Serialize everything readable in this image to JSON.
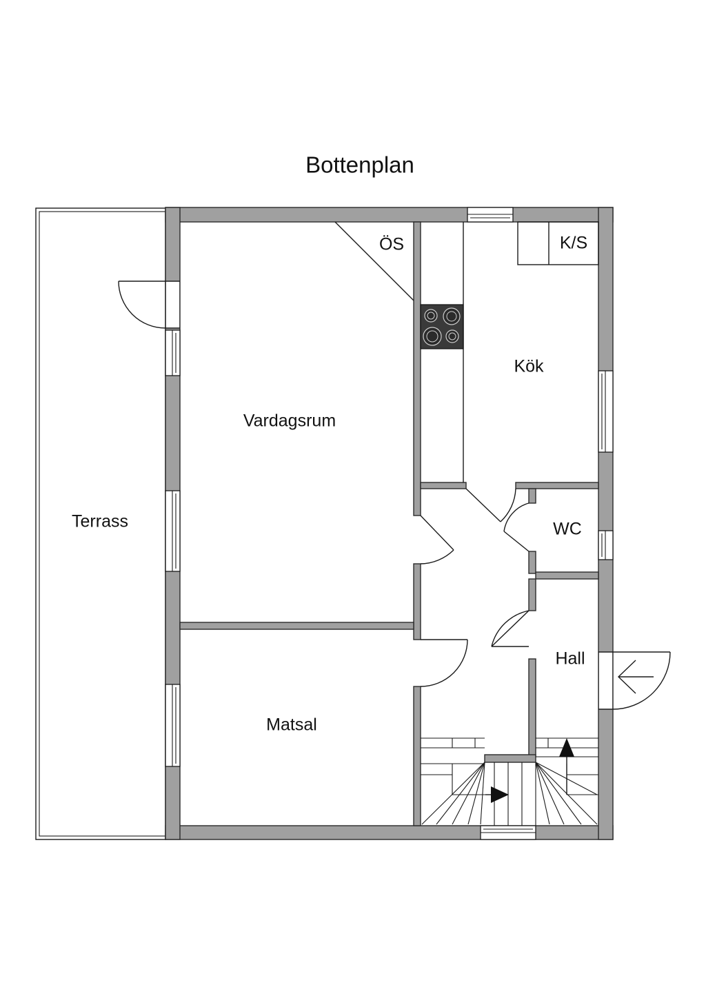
{
  "title": "Bottenplan",
  "rooms": {
    "terrass": "Terrass",
    "vardagsrum": "Vardagsrum",
    "os": "ÖS",
    "kok": "Kök",
    "ks": "K/S",
    "wc": "WC",
    "hall": "Hall",
    "matsal": "Matsal"
  },
  "colors": {
    "wall": "#a0a0a0",
    "line": "#1a1a1a",
    "background": "#ffffff"
  }
}
